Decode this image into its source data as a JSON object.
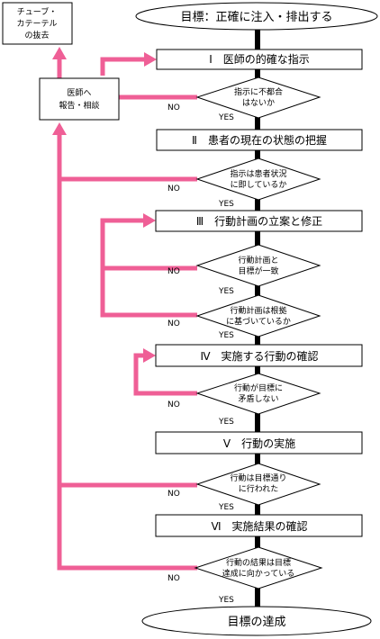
{
  "start": "目標：正確に注入・排出する",
  "end": "目標の達成",
  "side_boxes": {
    "removal": [
      "チューブ・",
      "カテーテル",
      "の抜去"
    ],
    "report": [
      "医師へ",
      "報告・相談"
    ]
  },
  "steps": {
    "s1": "Ⅰ　医師の的確な指示",
    "s2": "Ⅱ　患者の現在の状態の把握",
    "s3": "Ⅲ　行動計画の立案と修正",
    "s4": "Ⅳ　実施する行動の確認",
    "s5": "Ⅴ　行動の実施",
    "s6": "Ⅵ　実施結果の確認"
  },
  "decisions": {
    "d1": [
      "指示に不都合",
      "はないか"
    ],
    "d2": [
      "指示は患者状況",
      "に即しているか"
    ],
    "d3": [
      "行動計画と",
      "目標が一致"
    ],
    "d4": [
      "行動計画は根拠",
      "に基づいているか"
    ],
    "d5": [
      "行動が目標に",
      "矛盾しない"
    ],
    "d6": [
      "行動は目標通り",
      "に行われた"
    ],
    "d7": [
      "行動の結果は目標",
      "達成に向かっている"
    ]
  },
  "labels": {
    "yes": "YES",
    "no": "NO"
  },
  "colors": {
    "arrow": "#ef5f96",
    "line": "#000000",
    "fill": "#ffffff"
  }
}
